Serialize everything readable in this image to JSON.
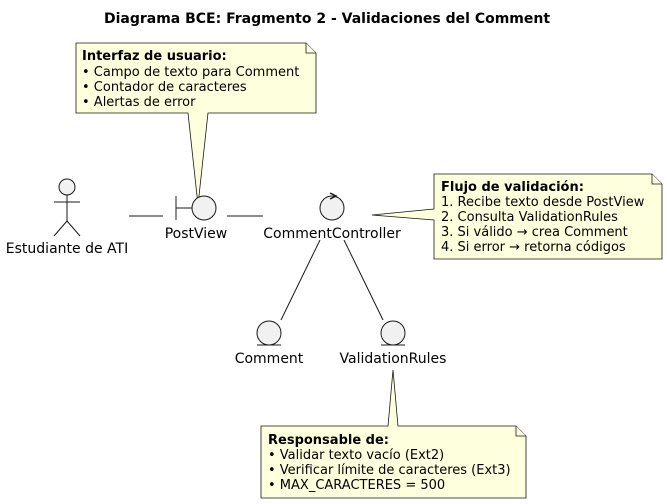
{
  "title": "Diagrama BCE: Fragmento 2 - Validaciones del Comment",
  "actors": {
    "student": "Estudiante de ATI"
  },
  "boundaries": {
    "postview": "PostView"
  },
  "controls": {
    "comment_controller": "CommentController"
  },
  "entities": {
    "comment": "Comment",
    "validation_rules": "ValidationRules"
  },
  "notes": {
    "ui": {
      "title": "Interfaz de usuario:",
      "lines": [
        "• Campo de texto para Comment",
        "• Contador de caracteres",
        "• Alertas de error"
      ]
    },
    "flow": {
      "title": "Flujo de validación:",
      "lines": [
        "1. Recibe texto desde PostView",
        "2. Consulta ValidationRules",
        "3. Si válido → crea Comment",
        "4. Si error → retorna códigos"
      ]
    },
    "rules": {
      "title": "Responsable de:",
      "lines": [
        "• Validar texto vacío (Ext2)",
        "• Verificar límite de caracteres (Ext3)",
        "• MAX_CARACTERES = 500"
      ]
    }
  },
  "colors": {
    "note_fill": "#FEFFDD",
    "note_border": "#181818",
    "element_fill": "#F1F1F1",
    "line": "#181818"
  }
}
